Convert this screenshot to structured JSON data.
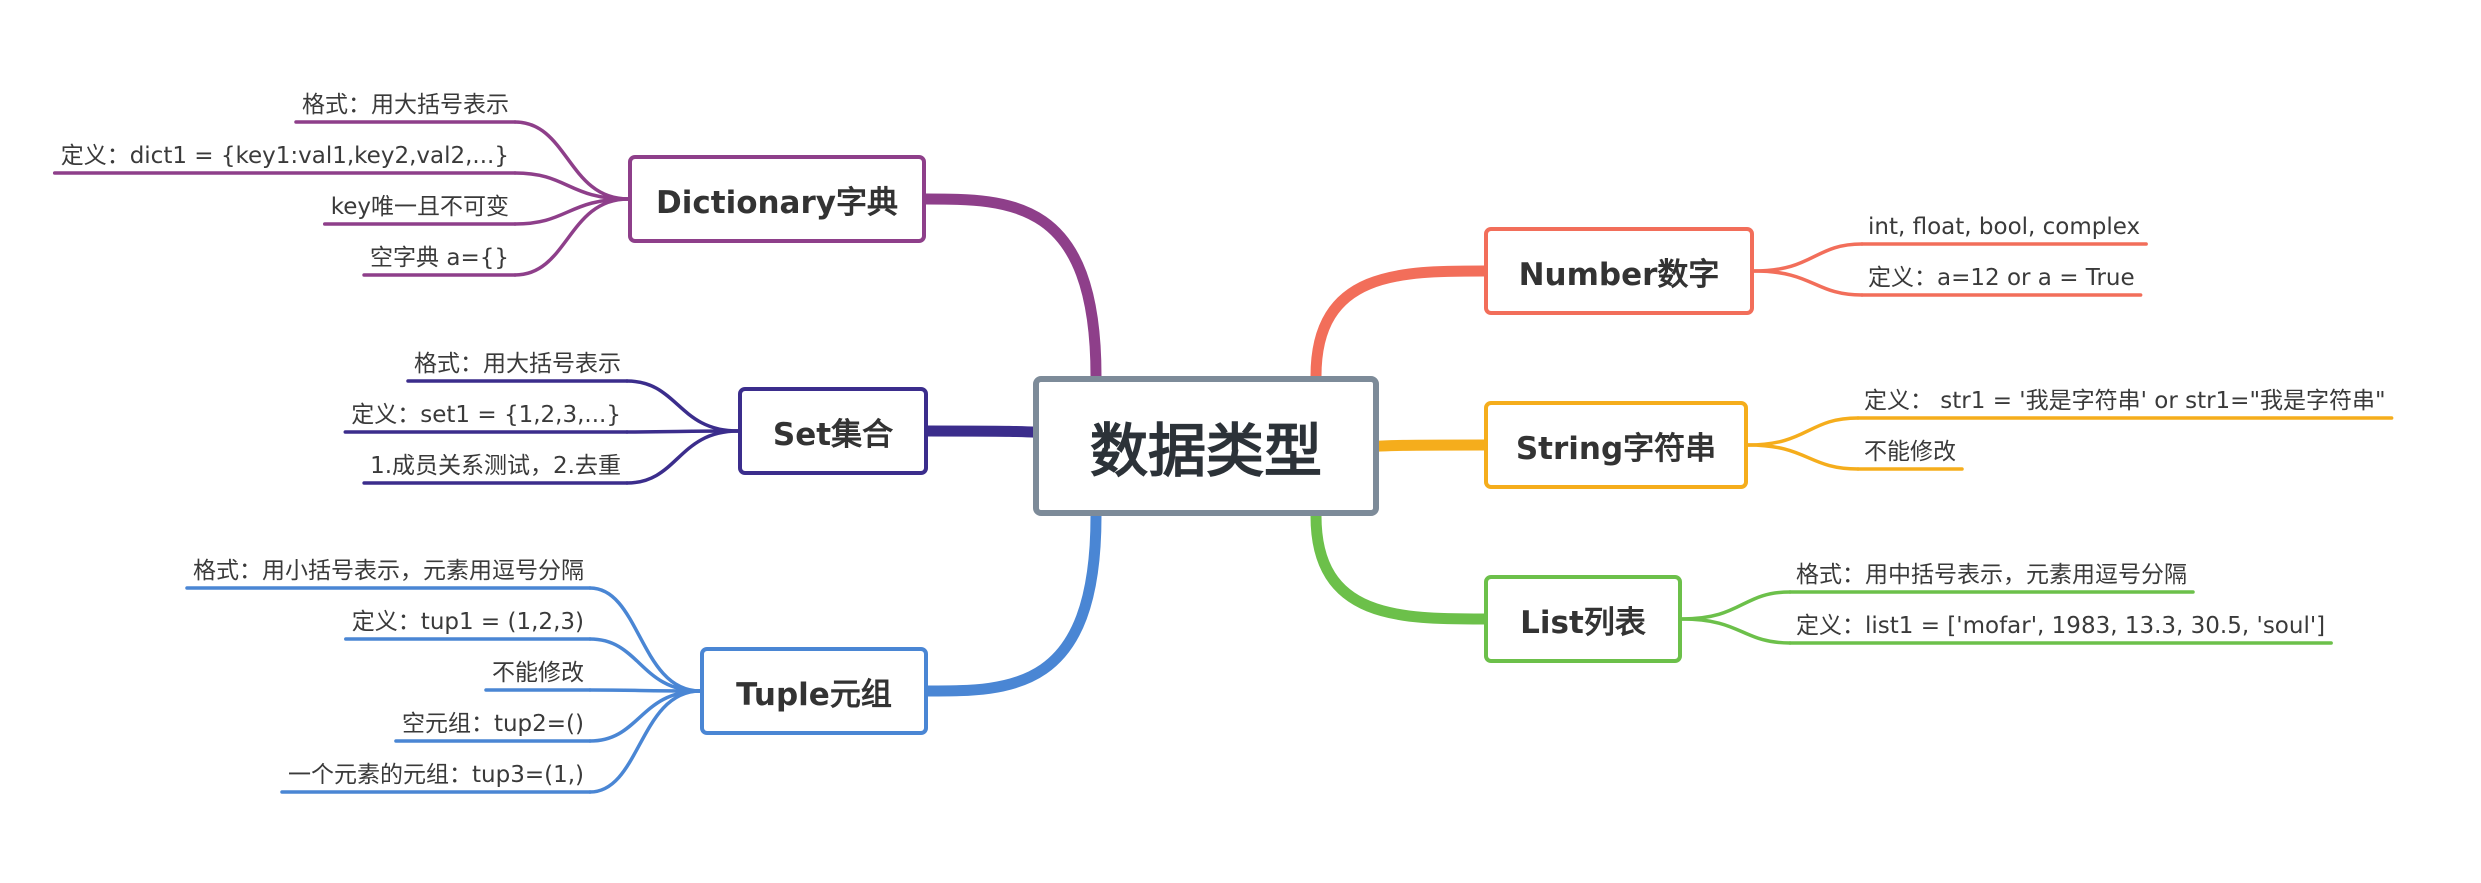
{
  "root": {
    "label": "数据类型",
    "border_color": "#7d8b99"
  },
  "branches": [
    {
      "id": "dictionary",
      "label": "Dictionary字典",
      "color": "#8e3f8a",
      "side": "left",
      "items": [
        "格式：用大括号表示",
        "定义：dict1 = {key1:val1,key2,val2,...}",
        "key唯一且不可变",
        "空字典 a={}"
      ]
    },
    {
      "id": "set",
      "label": "Set集合",
      "color": "#3b2d8c",
      "side": "left",
      "items": [
        "格式：用大括号表示",
        "定义：set1 = {1,2,3,...}",
        "1.成员关系测试，2.去重"
      ]
    },
    {
      "id": "tuple",
      "label": "Tuple元组",
      "color": "#4a86d4",
      "side": "left",
      "items": [
        "格式：用小括号表示，元素用逗号分隔",
        "定义：tup1 = (1,2,3)",
        "不能修改",
        "空元组：tup2=()",
        "一个元素的元组：tup3=(1,)"
      ]
    },
    {
      "id": "number",
      "label": "Number数字",
      "color": "#f26e5a",
      "side": "right",
      "items": [
        "int, float, bool, complex",
        "定义：a=12 or a = True"
      ]
    },
    {
      "id": "string",
      "label": "String字符串",
      "color": "#f5ad1c",
      "side": "right",
      "items": [
        "定义： str1 = '我是字符串'  or str1=\"我是字符串\"",
        "不能修改"
      ]
    },
    {
      "id": "list",
      "label": "List列表",
      "color": "#6cc04a",
      "side": "right",
      "items": [
        "格式：用中括号表示，元素用逗号分隔",
        "定义：list1 = ['mofar', 1983, 13.3, 30.5, 'soul']"
      ]
    }
  ]
}
